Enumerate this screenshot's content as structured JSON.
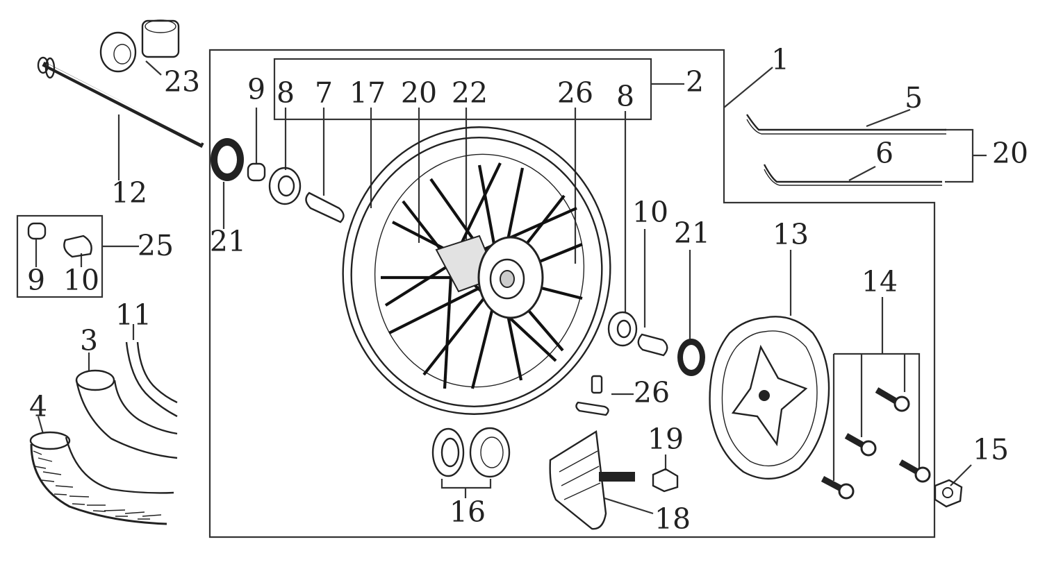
{
  "labels": {
    "l1": "1",
    "l2": "2",
    "l3": "3",
    "l4": "4",
    "l5": "5",
    "l6": "6",
    "l7": "7",
    "l8a": "8",
    "l8b": "8",
    "l9a": "9",
    "l9b": "9",
    "l10a": "10",
    "l10b": "10",
    "l11": "11",
    "l12": "12",
    "l13": "13",
    "l14": "14",
    "l15": "15",
    "l16": "16",
    "l17": "17",
    "l18": "18",
    "l19": "19",
    "l20a": "20",
    "l20b": "20",
    "l21a": "21",
    "l21b": "21",
    "l22": "22",
    "l23": "23",
    "l25": "25",
    "l26a": "26",
    "l26b": "26"
  },
  "colors": {
    "ink": "#222222",
    "paper": "#ffffff",
    "shade": "#d9d9d9"
  },
  "icons": [
    "wheel-icon",
    "axle-icon",
    "bearing-icon",
    "brake-disc-icon",
    "tire-icon",
    "tube-icon"
  ]
}
